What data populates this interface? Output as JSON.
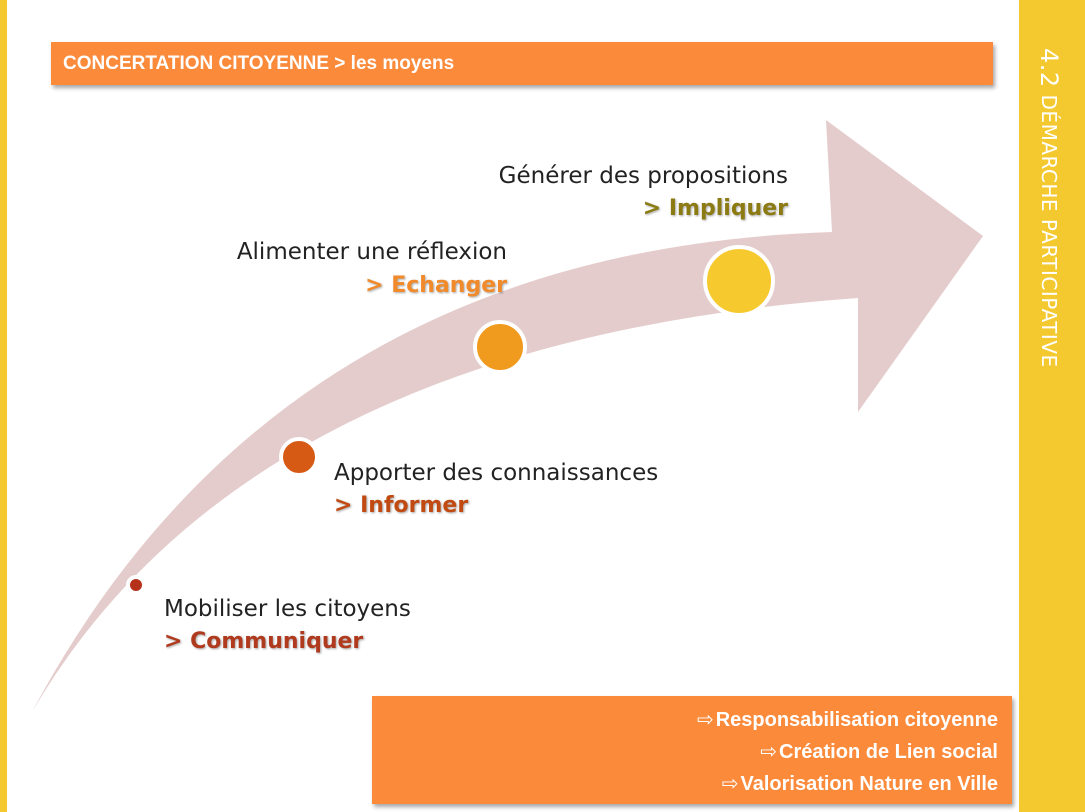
{
  "header": {
    "title": "CONCERTATION CITOYENNE > les moyens"
  },
  "side": {
    "number": "4.2",
    "title": "DÉMARCHE PARTICIPATIVE"
  },
  "steps": [
    {
      "label": "Mobiliser les citoyens",
      "action": "> Communiquer",
      "color": "#b03a1e"
    },
    {
      "label": "Apporter des connaissances",
      "action": "> Informer",
      "color": "#c14a12"
    },
    {
      "label": "Alimenter une réflexion",
      "action": "> Echanger",
      "color": "#f08a2a"
    },
    {
      "label": "Générer des propositions",
      "action": "> Impliquer",
      "color": "#8c7a12"
    }
  ],
  "dot_colors": [
    "#b5311a",
    "#d65a14",
    "#f09a1e",
    "#f6ca2e"
  ],
  "results": [
    {
      "icon": "arrow-right-outline-icon",
      "text": "Responsabilisation citoyenne"
    },
    {
      "icon": "arrow-right-outline-icon",
      "text": "Création de  Lien social"
    },
    {
      "icon": "arrow-right-outline-icon",
      "text": "Valorisation Nature en Ville"
    }
  ],
  "colors": {
    "accent_orange": "#fb8a3b",
    "accent_yellow": "#f3c92f",
    "arrow_fill": "#e5cccc"
  }
}
